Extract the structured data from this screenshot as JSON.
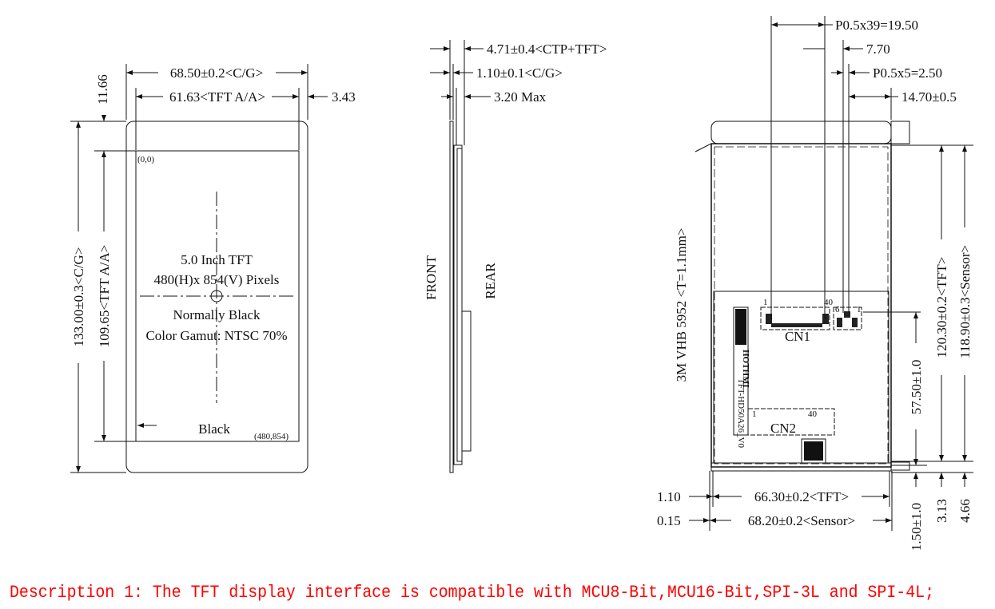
{
  "front_view": {
    "width_cg": "68.50±0.2<C/G>",
    "width_aa": "61.63<TFT A/A>",
    "right_margin": "3.43",
    "top_margin": "11.66",
    "height_cg": "133.00±0.3<C/G>",
    "height_aa": "109.65<TFT A/A>",
    "origin_label": "(0,0)",
    "end_label": "(480,854)",
    "line1": "5.0 Inch TFT",
    "line2": "480(H)x 854(V) Pixels",
    "line3": "Normally Black",
    "line4": "Color Gamut: NTSC 70%",
    "border_label": "Black"
  },
  "side_view": {
    "total_thickness": "4.71±0.4<CTP+TFT>",
    "cg_thickness": "1.10±0.1<C/G>",
    "tft_thickness": "3.20 Max",
    "front_label": "FRONT",
    "rear_label": "REAR"
  },
  "rear_view": {
    "pitch_39": "P0.5x39=19.50",
    "dim_770": "7.70",
    "pitch_5": "P0.5x5=2.50",
    "dim_1470": "14.70±0.5",
    "tape_label": "3M VHB 5952 <T=1.1mm>",
    "height_tft": "120.30±0.2<TFT>",
    "height_sensor": "118.90±0.3<Sensor>",
    "dim_5750": "57.50±1.0",
    "dim_150": "1.50±1.0",
    "dim_313": "3.13",
    "dim_466": "4.66",
    "dim_110": "1.10",
    "dim_015": "0.15",
    "width_tft": "66.30±0.2<TFT>",
    "width_sensor": "68.20±0.2<Sensor>",
    "cn1_label": "CN1",
    "cn1_pin_start": "1",
    "cn1_pin_end": "40",
    "cn2_label": "CN2",
    "cn2_pin_start": "1",
    "cn2_pin_end": "40",
    "small_pin_6": "6",
    "small_pin_1": "1",
    "brand_logo": "HOTHMI",
    "part_number": "TFT-HD50A26_V0"
  },
  "description": "Description 1: The TFT display interface is compatible with MCU8-Bit,MCU16-Bit,SPI-3L and SPI-4L;",
  "colors": {
    "description": "#ff0000",
    "lines": "#111111"
  }
}
